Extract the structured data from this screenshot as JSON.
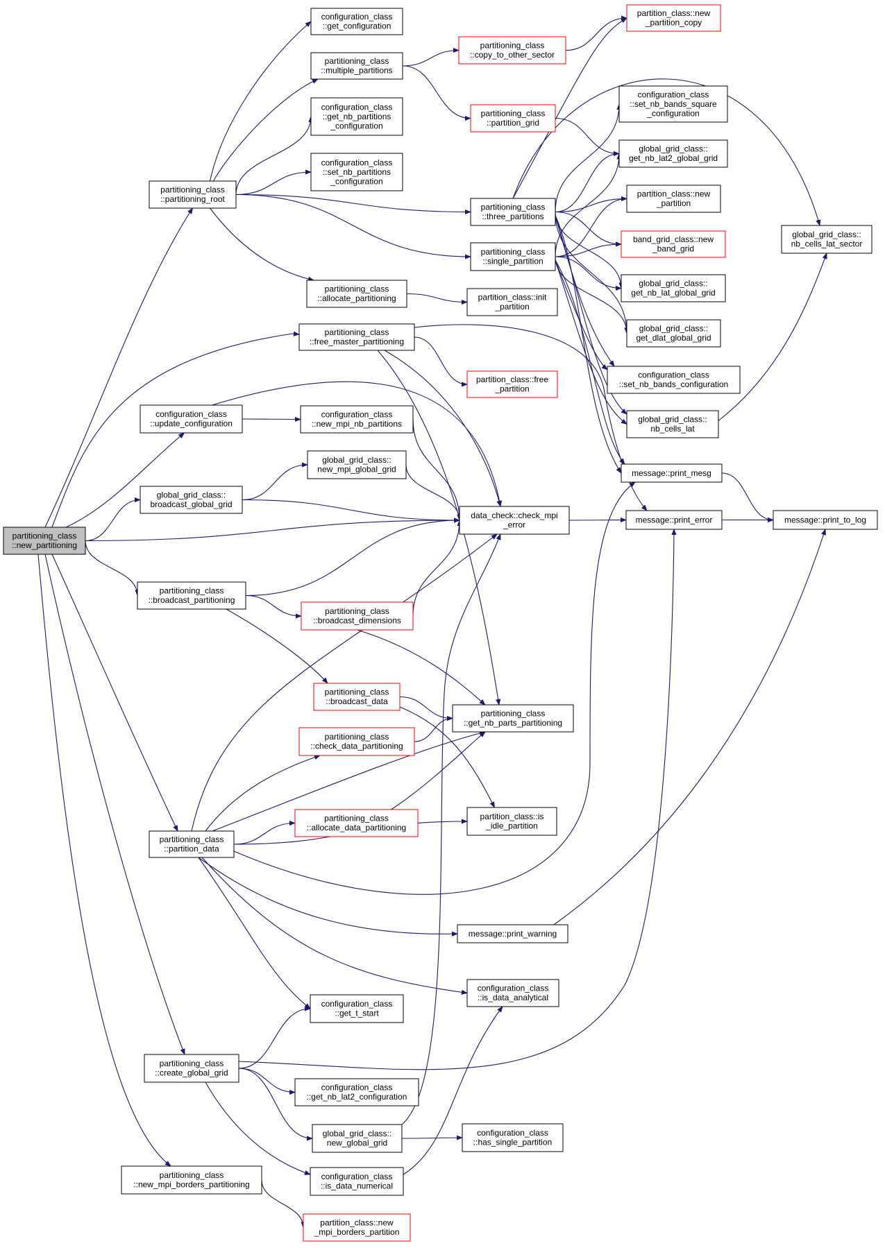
{
  "colors": {
    "edge": "#191970",
    "node_border": "#000000",
    "node_fill": "#ffffff",
    "root_fill": "#bfbfbf",
    "truncated_border": "#ff0000"
  },
  "nodes": [
    {
      "id": "n0",
      "root": true,
      "lines": [
        "partitioning_class",
        "::new_partitioning"
      ]
    },
    {
      "id": "n1",
      "lines": [
        "partitioning_class",
        "::partitioning_root"
      ]
    },
    {
      "id": "n2",
      "lines": [
        "partitioning_class",
        "::free_master_partitioning"
      ]
    },
    {
      "id": "n3",
      "lines": [
        "configuration_class",
        "::update_configuration"
      ]
    },
    {
      "id": "n4",
      "lines": [
        "global_grid_class::",
        "broadcast_global_grid"
      ]
    },
    {
      "id": "n5",
      "lines": [
        "data_check::check_mpi",
        "_error"
      ]
    },
    {
      "id": "n6",
      "lines": [
        "partitioning_class",
        "::broadcast_partitioning"
      ]
    },
    {
      "id": "n7",
      "lines": [
        "partitioning_class",
        "::partition_data"
      ]
    },
    {
      "id": "n8",
      "lines": [
        "partitioning_class",
        "::create_global_grid"
      ]
    },
    {
      "id": "n9",
      "lines": [
        "partitioning_class",
        "::new_mpi_borders_partitioning"
      ]
    },
    {
      "id": "n10",
      "lines": [
        "configuration_class",
        "::get_configuration"
      ]
    },
    {
      "id": "n11",
      "lines": [
        "partitioning_class",
        "::multiple_partitions"
      ]
    },
    {
      "id": "n12",
      "lines": [
        "configuration_class",
        "::get_nb_partitions",
        "_configuration"
      ]
    },
    {
      "id": "n13",
      "lines": [
        "configuration_class",
        "::set_nb_partitions",
        "_configuration"
      ]
    },
    {
      "id": "n14",
      "lines": [
        "partitioning_class",
        "::three_partitions"
      ]
    },
    {
      "id": "n15",
      "lines": [
        "partitioning_class",
        "::single_partition"
      ]
    },
    {
      "id": "n16",
      "lines": [
        "partitioning_class",
        "::allocate_partitioning"
      ]
    },
    {
      "id": "n17",
      "truncated": true,
      "lines": [
        "partitioning_class",
        "::copy_to_other_sector"
      ]
    },
    {
      "id": "n18",
      "truncated": true,
      "lines": [
        "partitioning_class",
        "::partition_grid"
      ]
    },
    {
      "id": "n19",
      "truncated": true,
      "lines": [
        "partition_class::new",
        "_partition_copy"
      ]
    },
    {
      "id": "n20",
      "lines": [
        "global_grid_class::",
        "get_nb_lat2_global_grid"
      ]
    },
    {
      "id": "n21",
      "lines": [
        "configuration_class",
        "::set_nb_bands_square",
        "_configuration"
      ]
    },
    {
      "id": "n22",
      "lines": [
        "global_grid_class::",
        "nb_cells_lat_sector"
      ]
    },
    {
      "id": "n23",
      "lines": [
        "partition_class::new",
        "_partition"
      ]
    },
    {
      "id": "n24",
      "truncated": true,
      "lines": [
        "band_grid_class::new",
        "_band_grid"
      ]
    },
    {
      "id": "n25",
      "lines": [
        "global_grid_class::",
        "get_nb_lat_global_grid"
      ]
    },
    {
      "id": "n26",
      "lines": [
        "global_grid_class::",
        "get_dlat_global_grid"
      ]
    },
    {
      "id": "n27",
      "lines": [
        "configuration_class",
        "::set_nb_bands_configuration"
      ]
    },
    {
      "id": "n28",
      "lines": [
        "global_grid_class::",
        "nb_cells_lat"
      ]
    },
    {
      "id": "n29",
      "lines": [
        "message::print_mesg"
      ]
    },
    {
      "id": "n30",
      "lines": [
        "partition_class::init",
        "_partition"
      ]
    },
    {
      "id": "n31",
      "truncated": true,
      "lines": [
        "partition_class::free",
        "_partition"
      ]
    },
    {
      "id": "n32",
      "lines": [
        "message::print_error"
      ]
    },
    {
      "id": "n33",
      "lines": [
        "message::print_to_log"
      ]
    },
    {
      "id": "n34",
      "lines": [
        "configuration_class",
        "::new_mpi_nb_partitions"
      ]
    },
    {
      "id": "n35",
      "lines": [
        "global_grid_class::",
        "new_mpi_global_grid"
      ]
    },
    {
      "id": "n36",
      "truncated": true,
      "lines": [
        "partitioning_class",
        "::broadcast_dimensions"
      ]
    },
    {
      "id": "n37",
      "truncated": true,
      "lines": [
        "partitioning_class",
        "::broadcast_data"
      ]
    },
    {
      "id": "n38",
      "lines": [
        "partitioning_class",
        "::get_nb_parts_partitioning"
      ]
    },
    {
      "id": "n39",
      "truncated": true,
      "lines": [
        "partitioning_class",
        "::check_data_partitioning"
      ]
    },
    {
      "id": "n40",
      "truncated": true,
      "lines": [
        "partitioning_class",
        "::allocate_data_partitioning"
      ]
    },
    {
      "id": "n41",
      "lines": [
        "partition_class::is",
        "_idle_partition"
      ]
    },
    {
      "id": "n42",
      "lines": [
        "message::print_warning"
      ]
    },
    {
      "id": "n43",
      "lines": [
        "configuration_class",
        "::is_data_analytical"
      ]
    },
    {
      "id": "n44",
      "lines": [
        "configuration_class",
        "::get_t_start"
      ]
    },
    {
      "id": "n45",
      "lines": [
        "configuration_class",
        "::get_nb_lat2_configuration"
      ]
    },
    {
      "id": "n46",
      "lines": [
        "global_grid_class::",
        "new_global_grid"
      ]
    },
    {
      "id": "n47",
      "lines": [
        "configuration_class",
        "::has_single_partition"
      ]
    },
    {
      "id": "n48",
      "lines": [
        "configuration_class",
        "::is_data_numerical"
      ]
    },
    {
      "id": "n49",
      "truncated": true,
      "lines": [
        "partition_class::new",
        "_mpi_borders_partition"
      ]
    }
  ],
  "edges": [
    [
      "n0",
      "n1"
    ],
    [
      "n0",
      "n2"
    ],
    [
      "n0",
      "n3"
    ],
    [
      "n0",
      "n4"
    ],
    [
      "n0",
      "n5"
    ],
    [
      "n0",
      "n6"
    ],
    [
      "n0",
      "n7"
    ],
    [
      "n0",
      "n8"
    ],
    [
      "n0",
      "n9"
    ],
    [
      "n1",
      "n10"
    ],
    [
      "n1",
      "n11"
    ],
    [
      "n1",
      "n12"
    ],
    [
      "n1",
      "n13"
    ],
    [
      "n1",
      "n14"
    ],
    [
      "n1",
      "n15"
    ],
    [
      "n1",
      "n16"
    ],
    [
      "n11",
      "n17"
    ],
    [
      "n11",
      "n18"
    ],
    [
      "n17",
      "n19"
    ],
    [
      "n18",
      "n20"
    ],
    [
      "n14",
      "n19"
    ],
    [
      "n14",
      "n21"
    ],
    [
      "n14",
      "n20"
    ],
    [
      "n14",
      "n22"
    ],
    [
      "n14",
      "n23"
    ],
    [
      "n14",
      "n24"
    ],
    [
      "n14",
      "n25"
    ],
    [
      "n14",
      "n26"
    ],
    [
      "n14",
      "n27"
    ],
    [
      "n14",
      "n28"
    ],
    [
      "n14",
      "n29"
    ],
    [
      "n15",
      "n23"
    ],
    [
      "n15",
      "n24"
    ],
    [
      "n15",
      "n25"
    ],
    [
      "n15",
      "n26"
    ],
    [
      "n15",
      "n27"
    ],
    [
      "n15",
      "n28"
    ],
    [
      "n15",
      "n29"
    ],
    [
      "n15",
      "n20"
    ],
    [
      "n28",
      "n22"
    ],
    [
      "n16",
      "n30"
    ],
    [
      "n2",
      "n31"
    ],
    [
      "n2",
      "n5"
    ],
    [
      "n2",
      "n38"
    ],
    [
      "n2",
      "n32"
    ],
    [
      "n3",
      "n34"
    ],
    [
      "n3",
      "n5"
    ],
    [
      "n34",
      "n5"
    ],
    [
      "n4",
      "n35"
    ],
    [
      "n4",
      "n5"
    ],
    [
      "n35",
      "n5"
    ],
    [
      "n5",
      "n32"
    ],
    [
      "n29",
      "n33"
    ],
    [
      "n32",
      "n33"
    ],
    [
      "n6",
      "n36"
    ],
    [
      "n6",
      "n37"
    ],
    [
      "n6",
      "n5"
    ],
    [
      "n36",
      "n5"
    ],
    [
      "n36",
      "n38"
    ],
    [
      "n37",
      "n38"
    ],
    [
      "n37",
      "n41"
    ],
    [
      "n39",
      "n38"
    ],
    [
      "n40",
      "n38"
    ],
    [
      "n7",
      "n39"
    ],
    [
      "n7",
      "n40"
    ],
    [
      "n7",
      "n38"
    ],
    [
      "n7",
      "n41"
    ],
    [
      "n7",
      "n42"
    ],
    [
      "n7",
      "n43"
    ],
    [
      "n7",
      "n44"
    ],
    [
      "n7",
      "n5"
    ],
    [
      "n7",
      "n29"
    ],
    [
      "n42",
      "n33"
    ],
    [
      "n8",
      "n44"
    ],
    [
      "n8",
      "n45"
    ],
    [
      "n8",
      "n46"
    ],
    [
      "n8",
      "n48"
    ],
    [
      "n8",
      "n32"
    ],
    [
      "n46",
      "n47"
    ],
    [
      "n46",
      "n5"
    ],
    [
      "n48",
      "n43"
    ],
    [
      "n9",
      "n49"
    ]
  ]
}
